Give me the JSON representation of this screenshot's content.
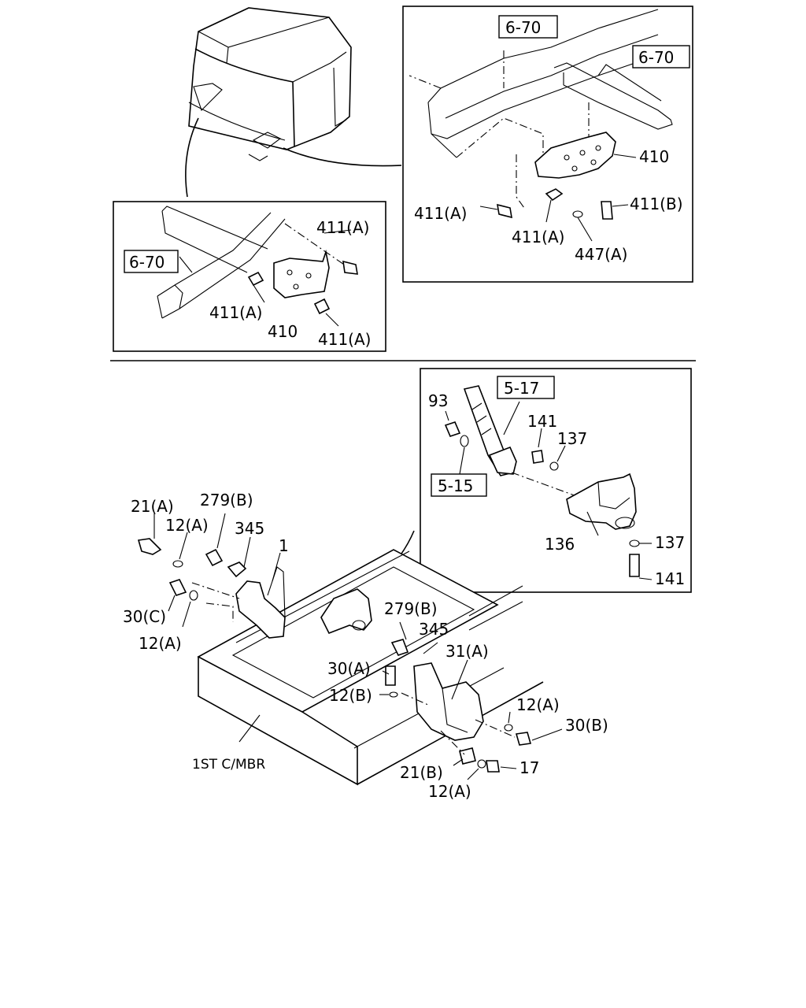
{
  "detail_top_right": {
    "ref_frame_a": "6-70",
    "ref_frame_b": "6-70",
    "bracket": "410",
    "bolt_left": "411(A)",
    "bolt_mid": "411(A)",
    "bolt_right": "411(B)",
    "washer": "447(A)"
  },
  "detail_top_left": {
    "ref_frame": "6-70",
    "bolt_top": "411(A)",
    "bolt_mid": "411(A)",
    "bolt_bottom": "411(A)",
    "bracket": "410"
  },
  "detail_spring": {
    "ref_spring": "5-17",
    "ref_shackle": "5-15",
    "bolt_93": "93",
    "bolt_141_top": "141",
    "washer_137_top": "137",
    "bracket_136": "136",
    "washer_137_bottom": "137",
    "bolt_141_bottom": "141"
  },
  "main_assembly": {
    "l_21a": "21(A)",
    "l_279b_left": "279(B)",
    "l_12a_top": "12(A)",
    "l_345_left": "345",
    "l_1": "1",
    "l_30c": "30(C)",
    "l_12a_left": "12(A)",
    "l_279b_right": "279(B)",
    "l_345_right": "345",
    "l_31a": "31(A)",
    "l_30a": "30(A)",
    "l_12b": "12(B)",
    "l_12a_right": "12(A)",
    "l_30b": "30(B)",
    "l_21b": "21(B)",
    "l_17": "17",
    "l_12a_bottom": "12(A)",
    "crossmember": "1ST C/MBR"
  }
}
